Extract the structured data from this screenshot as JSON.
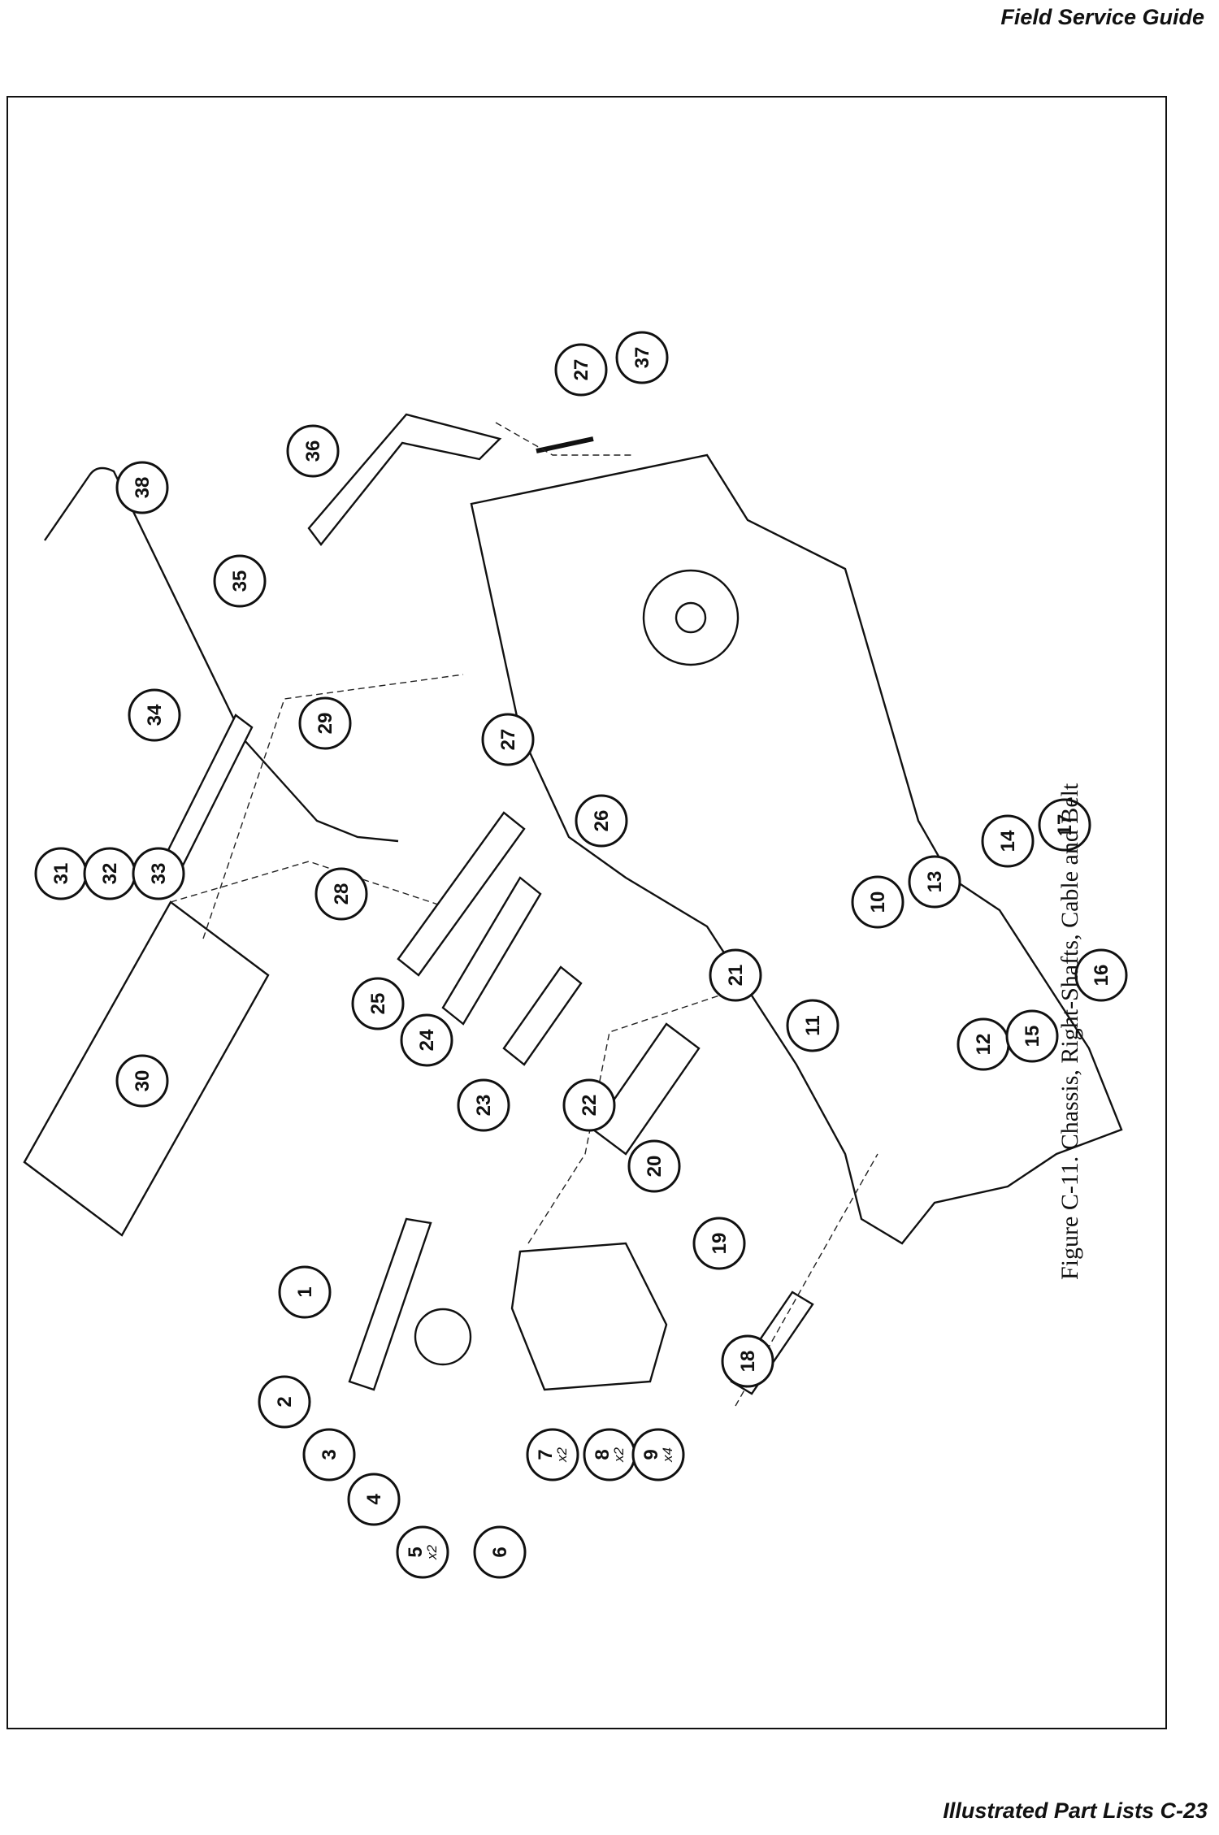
{
  "header": {
    "title": "Field Service Guide"
  },
  "footer": {
    "page": "Illustrated Part Lists   C-23"
  },
  "figure": {
    "caption": "Figure C-11.  Chassis, Right-Shafts, Cable and Belt"
  },
  "callouts": [
    {
      "num": "1",
      "qty": ""
    },
    {
      "num": "2",
      "qty": ""
    },
    {
      "num": "3",
      "qty": ""
    },
    {
      "num": "4",
      "qty": ""
    },
    {
      "num": "5",
      "qty": "x2"
    },
    {
      "num": "6",
      "qty": ""
    },
    {
      "num": "7",
      "qty": "x2"
    },
    {
      "num": "8",
      "qty": "x2"
    },
    {
      "num": "9",
      "qty": "x4"
    },
    {
      "num": "10",
      "qty": ""
    },
    {
      "num": "11",
      "qty": ""
    },
    {
      "num": "12",
      "qty": ""
    },
    {
      "num": "13",
      "qty": ""
    },
    {
      "num": "14",
      "qty": ""
    },
    {
      "num": "15",
      "qty": ""
    },
    {
      "num": "16",
      "qty": ""
    },
    {
      "num": "17",
      "qty": ""
    },
    {
      "num": "18",
      "qty": ""
    },
    {
      "num": "19",
      "qty": ""
    },
    {
      "num": "20",
      "qty": ""
    },
    {
      "num": "21",
      "qty": ""
    },
    {
      "num": "22",
      "qty": ""
    },
    {
      "num": "23",
      "qty": ""
    },
    {
      "num": "24",
      "qty": ""
    },
    {
      "num": "25",
      "qty": ""
    },
    {
      "num": "26",
      "qty": ""
    },
    {
      "num": "27",
      "qty": ""
    },
    {
      "num": "27",
      "qty": ""
    },
    {
      "num": "28",
      "qty": ""
    },
    {
      "num": "29",
      "qty": ""
    },
    {
      "num": "30",
      "qty": ""
    },
    {
      "num": "31",
      "qty": ""
    },
    {
      "num": "32",
      "qty": ""
    },
    {
      "num": "33",
      "qty": ""
    },
    {
      "num": "34",
      "qty": ""
    },
    {
      "num": "35",
      "qty": ""
    },
    {
      "num": "36",
      "qty": ""
    },
    {
      "num": "37",
      "qty": ""
    },
    {
      "num": "38",
      "qty": ""
    }
  ]
}
